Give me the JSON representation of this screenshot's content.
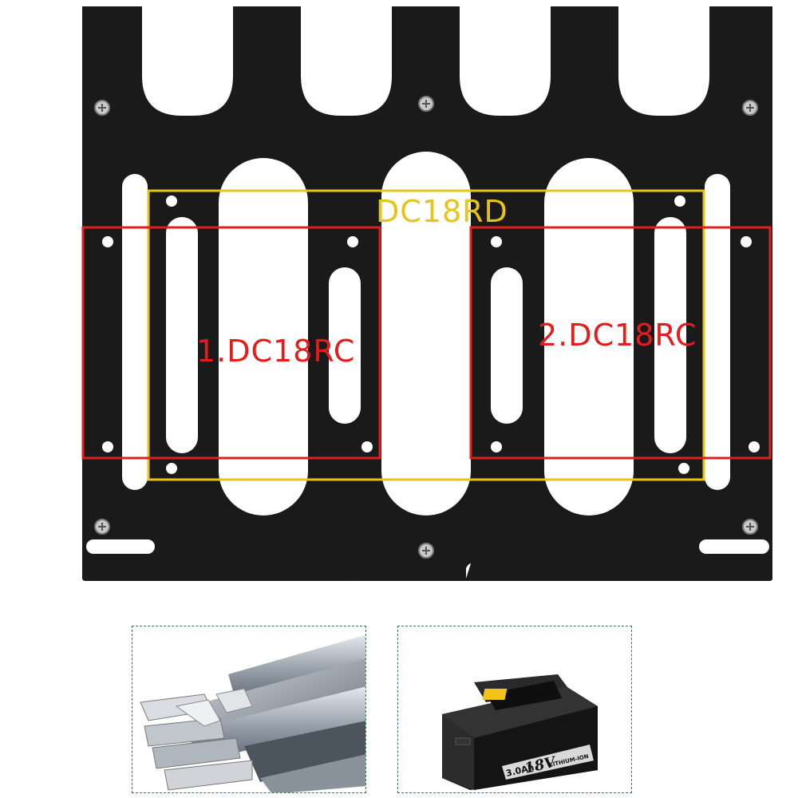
{
  "mount": {
    "color_plate": "#1a1a1a",
    "color_screw": "#c9c9c9"
  },
  "annotations": {
    "yellow_label": "DC18RD",
    "red_left_label": "1.DC18RC",
    "red_right_label": "2.DC18RC",
    "yellow_color": "#e6c41a",
    "red_color": "#e31c1c"
  },
  "insets": {
    "left": {
      "icon": "steel-bars-image"
    },
    "right": {
      "icon": "battery-pack-image",
      "battery_capacity_text": "3.0Ah",
      "battery_voltage_text": "18V",
      "battery_chem_text": "LITHIUM-ION"
    },
    "border_color": "#3d6e66"
  }
}
